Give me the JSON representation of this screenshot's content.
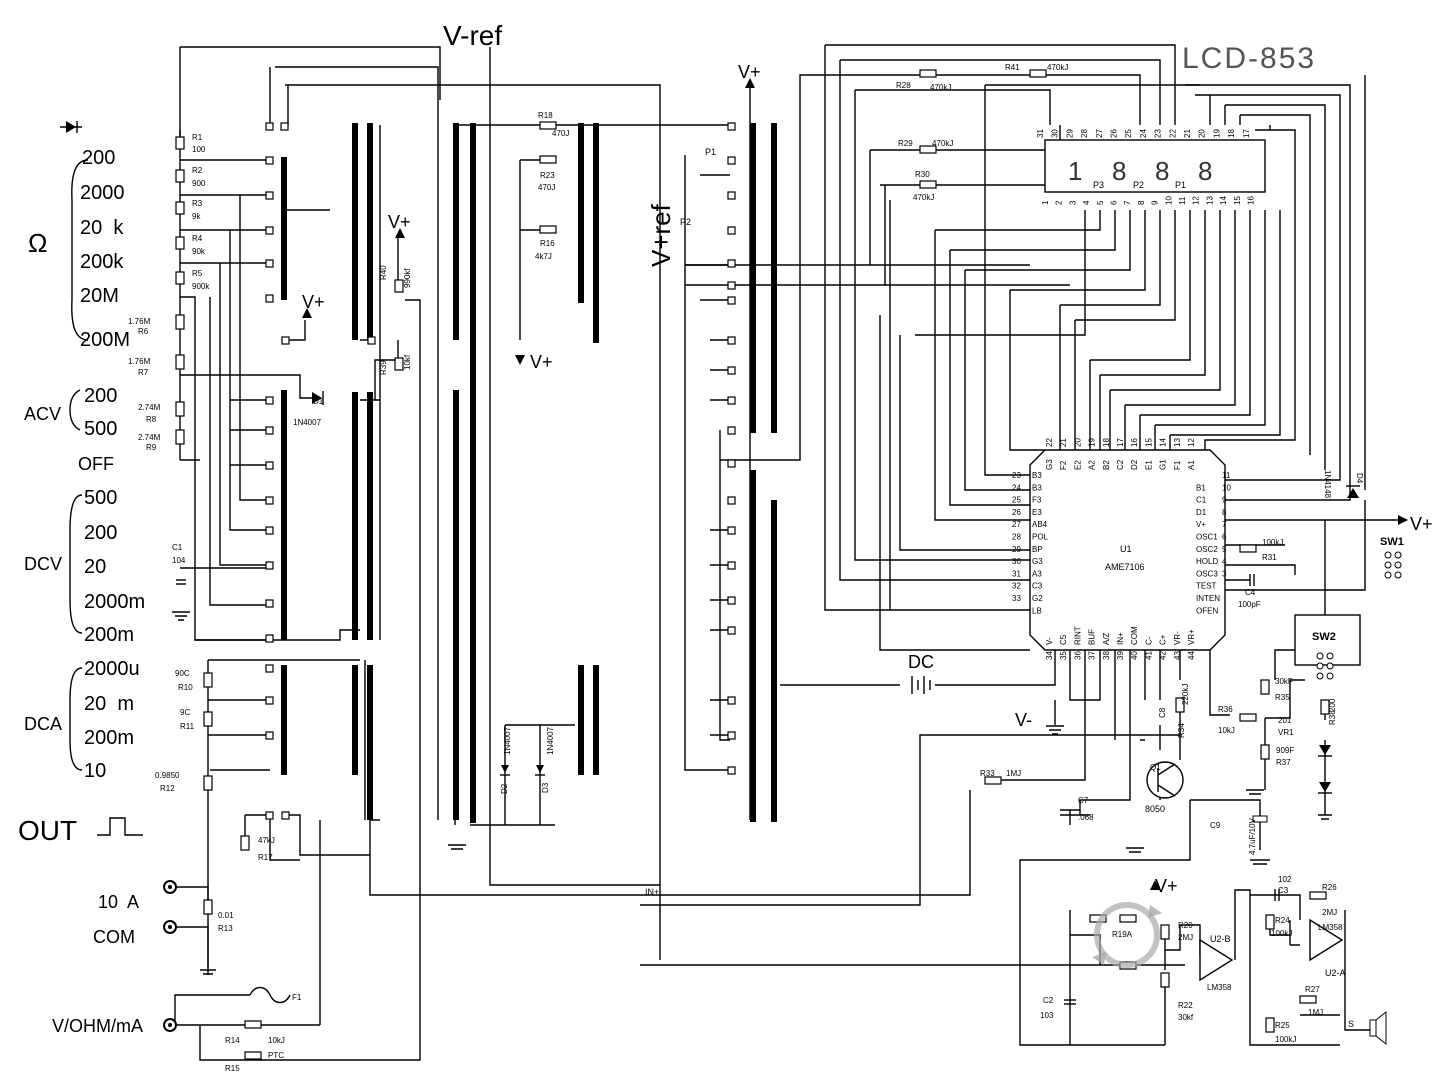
{
  "diagram": {
    "lcd_label": "LCD-853",
    "lcd_digits": [
      "1",
      "8",
      "8",
      "8"
    ],
    "lcd_points": [
      "P3",
      "P2",
      "P1"
    ],
    "vref_top": "V-ref",
    "vref_mid": "V+ref",
    "vplus": "V+",
    "vminus": "V-",
    "dc": "DC",
    "inplus": "IN+",
    "out": "OUT",
    "sw1": "SW1",
    "sw2": "SW2",
    "p1": "P1",
    "p2": "P2",
    "ranges": {
      "ohm_symbol": "Ω",
      "ohm": [
        "200",
        "2000",
        "20  k",
        "200k",
        "20M",
        "200M"
      ],
      "acv_label": "ACV",
      "acv": [
        "200",
        "500"
      ],
      "off": "OFF",
      "dcv_label": "DCV",
      "dcv": [
        "500",
        "200",
        "20",
        "2000m",
        "200m"
      ],
      "dca_label": "DCA",
      "dca": [
        "2000u",
        "20  m",
        "200m",
        "10"
      ]
    },
    "terminals": [
      {
        "main": "10  A"
      },
      {
        "main": "COM"
      },
      {
        "main": "V/OHM/mA"
      }
    ],
    "resistors": [
      {
        "ref": "R1",
        "val": "100"
      },
      {
        "ref": "R2",
        "val": "900"
      },
      {
        "ref": "R3",
        "val": "9k"
      },
      {
        "ref": "R4",
        "val": "90k"
      },
      {
        "ref": "R5",
        "val": "900k"
      },
      {
        "ref": "R6",
        "val": "1.76M"
      },
      {
        "ref": "R7",
        "val": "1.76M"
      },
      {
        "ref": "R8",
        "val": "2.74M"
      },
      {
        "ref": "R9",
        "val": "2.74M"
      },
      {
        "ref": "R10",
        "val": "90C"
      },
      {
        "ref": "R11",
        "val": "9C"
      },
      {
        "ref": "R12",
        "val": "0.9850"
      },
      {
        "ref": "R13",
        "val": "0.01"
      },
      {
        "ref": "R14",
        "val": "10kJ"
      },
      {
        "ref": "R15",
        "val": "PTC"
      },
      {
        "ref": "R17",
        "val": "47kJ"
      },
      {
        "ref": "R18",
        "val": "470J"
      },
      {
        "ref": "R23",
        "val": "470J"
      },
      {
        "ref": "R16",
        "val": "4k7J"
      },
      {
        "ref": "R40",
        "val": "990kf"
      },
      {
        "ref": "R39",
        "val": "10kf"
      },
      {
        "ref": "R28",
        "val": "470kJ"
      },
      {
        "ref": "R41",
        "val": "470kJ"
      },
      {
        "ref": "R29",
        "val": "470kJ"
      },
      {
        "ref": "R30",
        "val": "470kJ"
      },
      {
        "ref": "R31",
        "val": "100kJ"
      },
      {
        "ref": "R33",
        "val": "1MJ"
      },
      {
        "ref": "R34",
        "val": "220kJ"
      },
      {
        "ref": "R35",
        "val": "30kF"
      },
      {
        "ref": "R36",
        "val": "10kJ"
      },
      {
        "ref": "R37",
        "val": "909F"
      },
      {
        "ref": "R38",
        "val": "200"
      },
      {
        "ref": "R20",
        "val": "2MJ"
      },
      {
        "ref": "R22",
        "val": "30kf"
      },
      {
        "ref": "R24",
        "val": "100kJ"
      },
      {
        "ref": "R26",
        "val": "2MJ"
      },
      {
        "ref": "R27",
        "val": "1MJ"
      },
      {
        "ref": "R25",
        "val": "100kJ"
      }
    ],
    "misc_labels": {
      "c1": "C1",
      "c1v": "104",
      "c2": "C2",
      "c2v": "103",
      "c3": "C3",
      "c3v": "102",
      "c4": "C4",
      "c4v": "100pF",
      "c7": "C7",
      "c7v": ".068",
      "c8": "C8",
      "c9": "C9",
      "c9v": "4.7uF/10V",
      "d1": "D1",
      "d1v": "1N4007",
      "d2": "D2",
      "d2v": "1N4007",
      "d3": "D3",
      "d3v": "1N4007",
      "d4": "D4",
      "d4v": "1N4148",
      "q1": "Q1",
      "q1v": "8050",
      "u1": "U1",
      "u1v": "AME7106",
      "u2b": "U2-B",
      "u2a": "U2-A",
      "lm358": "LM358",
      "vr1": "VR1",
      "vr1v": "201",
      "f1": "F1",
      "s": "S",
      "r19a": "R19A"
    },
    "u1_left_pins": [
      {
        "num": "23",
        "name": "B3"
      },
      {
        "num": "24",
        "name": "B3"
      },
      {
        "num": "25",
        "name": "F3"
      },
      {
        "num": "26",
        "name": "E3"
      },
      {
        "num": "27",
        "name": "AB4"
      },
      {
        "num": "28",
        "name": "POL"
      },
      {
        "num": "29",
        "name": "BP"
      },
      {
        "num": "30",
        "name": "G3"
      },
      {
        "num": "31",
        "name": "A3"
      },
      {
        "num": "32",
        "name": "C3"
      },
      {
        "num": "33",
        "name": "G2"
      },
      {
        "num": "",
        "name": "LB"
      }
    ],
    "u1_right_pins": [
      {
        "num": "11",
        "name": ""
      },
      {
        "num": "10",
        "name": "B1"
      },
      {
        "num": "9",
        "name": "C1"
      },
      {
        "num": "8",
        "name": "D1"
      },
      {
        "num": "7",
        "name": "V+"
      },
      {
        "num": "6",
        "name": "OSC1"
      },
      {
        "num": "5",
        "name": "OSC2"
      },
      {
        "num": "4",
        "name": "HOLD"
      },
      {
        "num": "3",
        "name": "OSC3"
      },
      {
        "num": "",
        "name": "TEST"
      },
      {
        "num": "",
        "name": "INTEN"
      },
      {
        "num": "",
        "name": "OFEN"
      }
    ],
    "u1_top_pins": [
      {
        "num": "22",
        "name": "G3"
      },
      {
        "num": "21",
        "name": "F2"
      },
      {
        "num": "20",
        "name": "E2"
      },
      {
        "num": "19",
        "name": "A2"
      },
      {
        "num": "18",
        "name": "B2"
      },
      {
        "num": "17",
        "name": "C2"
      },
      {
        "num": "16",
        "name": "D2"
      },
      {
        "num": "15",
        "name": "E1"
      },
      {
        "num": "14",
        "name": "G1"
      },
      {
        "num": "13",
        "name": "F1"
      },
      {
        "num": "12",
        "name": "A1"
      }
    ],
    "u1_bottom_pins": [
      {
        "num": "34",
        "name": "V-"
      },
      {
        "num": "35",
        "name": "C5"
      },
      {
        "num": "36",
        "name": "RINT"
      },
      {
        "num": "37",
        "name": "BUF"
      },
      {
        "num": "38",
        "name": "A/Z"
      },
      {
        "num": "39",
        "name": "IN+"
      },
      {
        "num": "40",
        "name": "COM"
      },
      {
        "num": "41",
        "name": "C-"
      },
      {
        "num": "42",
        "name": "C+"
      },
      {
        "num": "43",
        "name": "VR-"
      },
      {
        "num": "44",
        "name": "VR+"
      }
    ],
    "lcd_pins_top": [
      "31",
      "30",
      "29",
      "28",
      "27",
      "26",
      "25",
      "24",
      "23",
      "22",
      "21",
      "20",
      "19",
      "18",
      "17"
    ],
    "lcd_pins_bottom": [
      "1",
      "2",
      "3",
      "4",
      "5",
      "6",
      "7",
      "8",
      "9",
      "10",
      "11",
      "12",
      "13",
      "14",
      "15",
      "16"
    ]
  }
}
